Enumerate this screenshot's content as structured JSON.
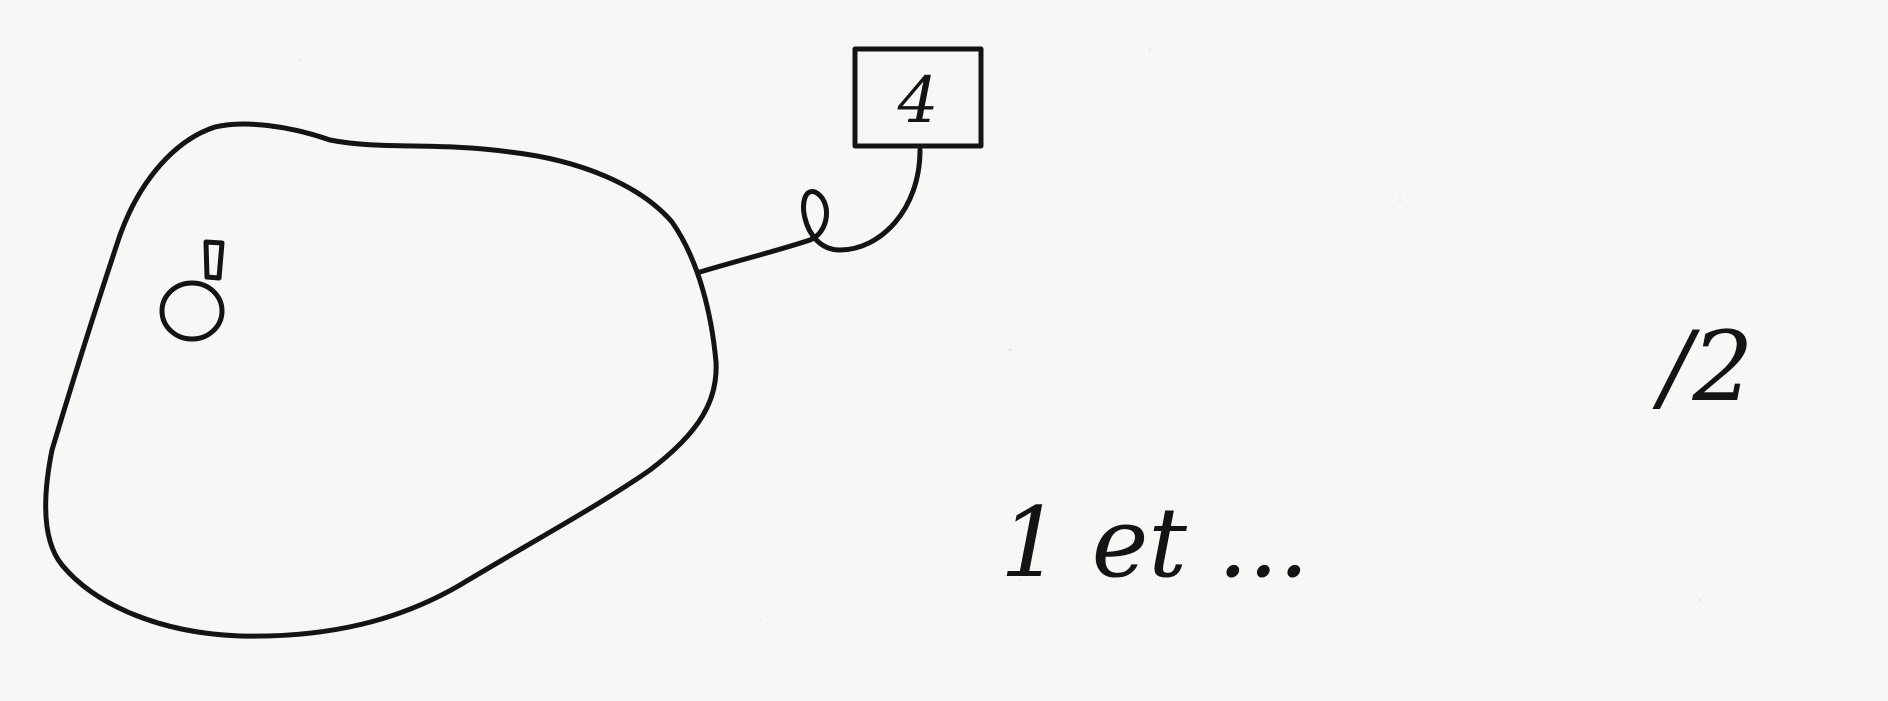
{
  "diagram": {
    "box_label": "4",
    "caption": "1 et ...",
    "page_marker": "/2"
  },
  "colors": {
    "paper": "#f7f7f5",
    "ink": "#141414"
  },
  "icons": {
    "keyhole": "keyhole-icon"
  }
}
